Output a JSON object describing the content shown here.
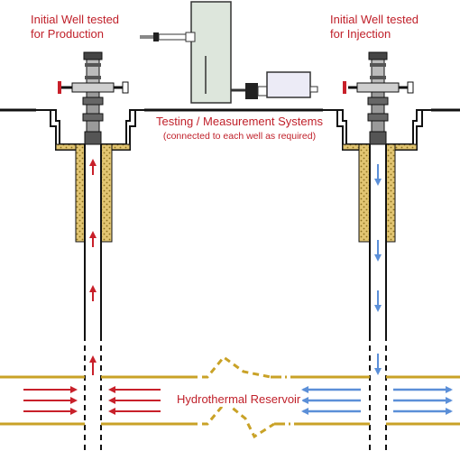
{
  "labels": {
    "production_line1": "Initial Well tested",
    "production_line2": "for Production",
    "injection_line1": "Initial Well tested",
    "injection_line2": "for Injection",
    "testing_title": "Testing / Measurement Systems",
    "testing_sub": "(connected to each well as required)",
    "reservoir": "Hydrothermal Reservoir"
  },
  "colors": {
    "label_red": "#c0202a",
    "production_arrow": "#c8202a",
    "injection_arrow": "#5b8fd8",
    "reservoir_line": "#c9a227",
    "casing_fill": "#e2c572",
    "equipment_fill": "#dde6dc",
    "tank_fill": "#ecebf6"
  },
  "icons": {
    "production_wellhead": "wellhead-valve-icon",
    "injection_wellhead": "wellhead-valve-icon",
    "testing_unit": "measurement-unit-icon"
  }
}
